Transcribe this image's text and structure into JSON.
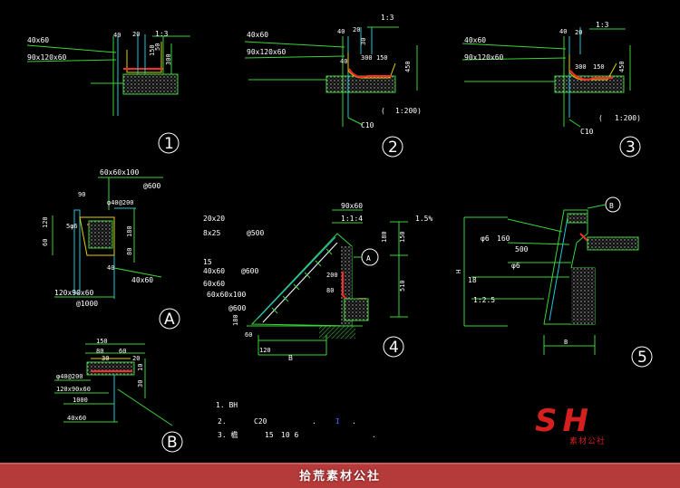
{
  "details": {
    "d1": {
      "num": "1",
      "dims": [
        "40x60",
        "90x120x60",
        "40",
        "20",
        "1:3",
        "150",
        "50",
        "300"
      ]
    },
    "d2": {
      "num": "2",
      "dims": [
        "40x60",
        "90x120x60",
        "1:3",
        "40",
        "20",
        "30",
        "40",
        "300",
        "150",
        "450",
        "C10",
        "(",
        "1:200)"
      ]
    },
    "d3": {
      "num": "3",
      "dims": [
        "40x60",
        "90x120x60",
        "1:3",
        "40",
        "20",
        "300",
        "150",
        "450",
        "C10",
        "(",
        "1:200)"
      ]
    },
    "dA": {
      "num": "A",
      "dims": [
        "60x60x100",
        "@600",
        "90",
        "φ40@200",
        "120",
        "60",
        "5φ6",
        "180",
        "40",
        "40x60",
        "120x90x60",
        "@1000",
        "80"
      ]
    },
    "d4": {
      "num": "4",
      "dims": [
        "90x60",
        "1:1:4",
        "1.5%",
        "20x20",
        "8x25",
        "@500",
        "15",
        "40x60",
        "@600",
        "60x60",
        "60x60x100",
        "@600",
        "180",
        "60",
        "200",
        "80",
        "120",
        "150",
        "180",
        "510",
        "B",
        "A"
      ]
    },
    "d5": {
      "num": "5",
      "dims": [
        "B",
        "φ6",
        "160",
        "500",
        "φ6",
        "18",
        "1:2.5",
        "H",
        "B"
      ]
    },
    "dB": {
      "num": "B",
      "dims": [
        "150",
        "80",
        "60",
        "30",
        "φ40@200",
        "120x90x60",
        "1000",
        "40x60",
        "30",
        "10",
        "20"
      ]
    }
  },
  "notes": {
    "l1": "1. BH",
    "l2a": "2.",
    "l2b": "C20",
    "l2c": ".",
    "l2d": "I",
    "l2e": ".",
    "l3a": "3. 檐",
    "l3b": "15",
    "l3c": "10 6",
    "l3d": "."
  },
  "logo": {
    "mark": "SH",
    "sub": "素材公社"
  },
  "footer": {
    "text": "拾荒素材公社"
  },
  "colors": {
    "bg": "#000000",
    "green": "#39d439",
    "cyan": "#21c7d8",
    "yellow": "#e6d200",
    "red": "#ff2a2a",
    "footer": "#b53a3a",
    "logo": "#d62020"
  }
}
